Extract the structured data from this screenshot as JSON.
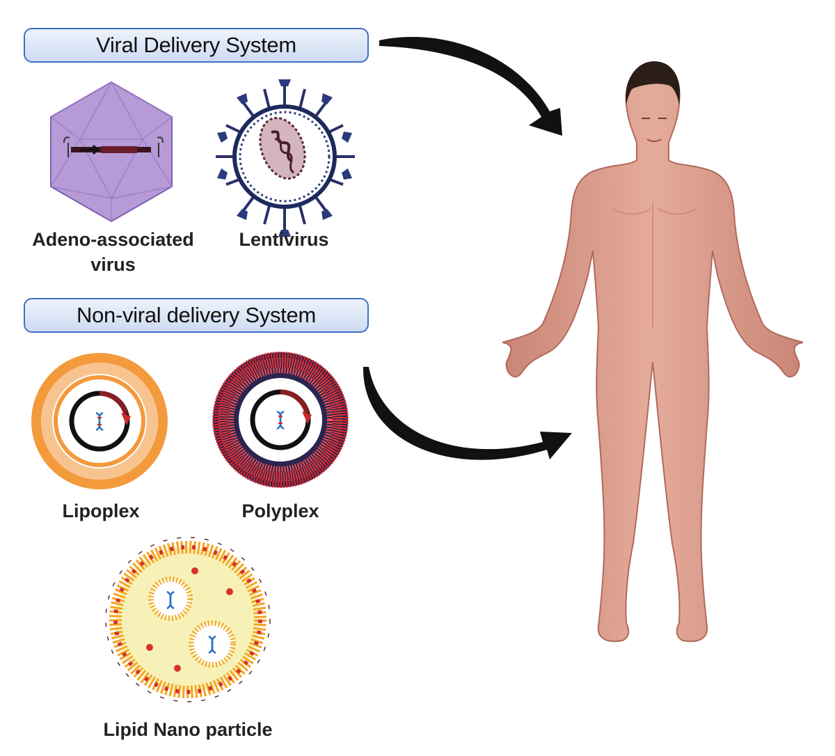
{
  "viral_header": "Viral Delivery System",
  "nonviral_header": "Non-viral delivery System",
  "labels": {
    "aav": "Adeno-associated\nvirus",
    "lentivirus": "Lentivirus",
    "lipoplex": "Lipoplex",
    "polyplex": "Polyplex",
    "lnp": "Lipid Nano particle"
  },
  "colors": {
    "header_fill": "#d6e2f5",
    "header_border": "#3e6fc4",
    "aav_capsid": "#b79bd6",
    "lentivirus_envelope": "#1c2a5c",
    "lipoplex_ring": "#f39a3c",
    "polyplex_ring": "#e02424",
    "lnp_core": "#f7f1b8",
    "skin": "#dc9f8f",
    "arrow": "#111111"
  },
  "icons": [
    "adeno-associated-virus-icon",
    "lentivirus-icon",
    "lipoplex-icon",
    "polyplex-icon",
    "lipid-nanoparticle-icon",
    "human-body-icon",
    "curved-arrow-icon"
  ]
}
